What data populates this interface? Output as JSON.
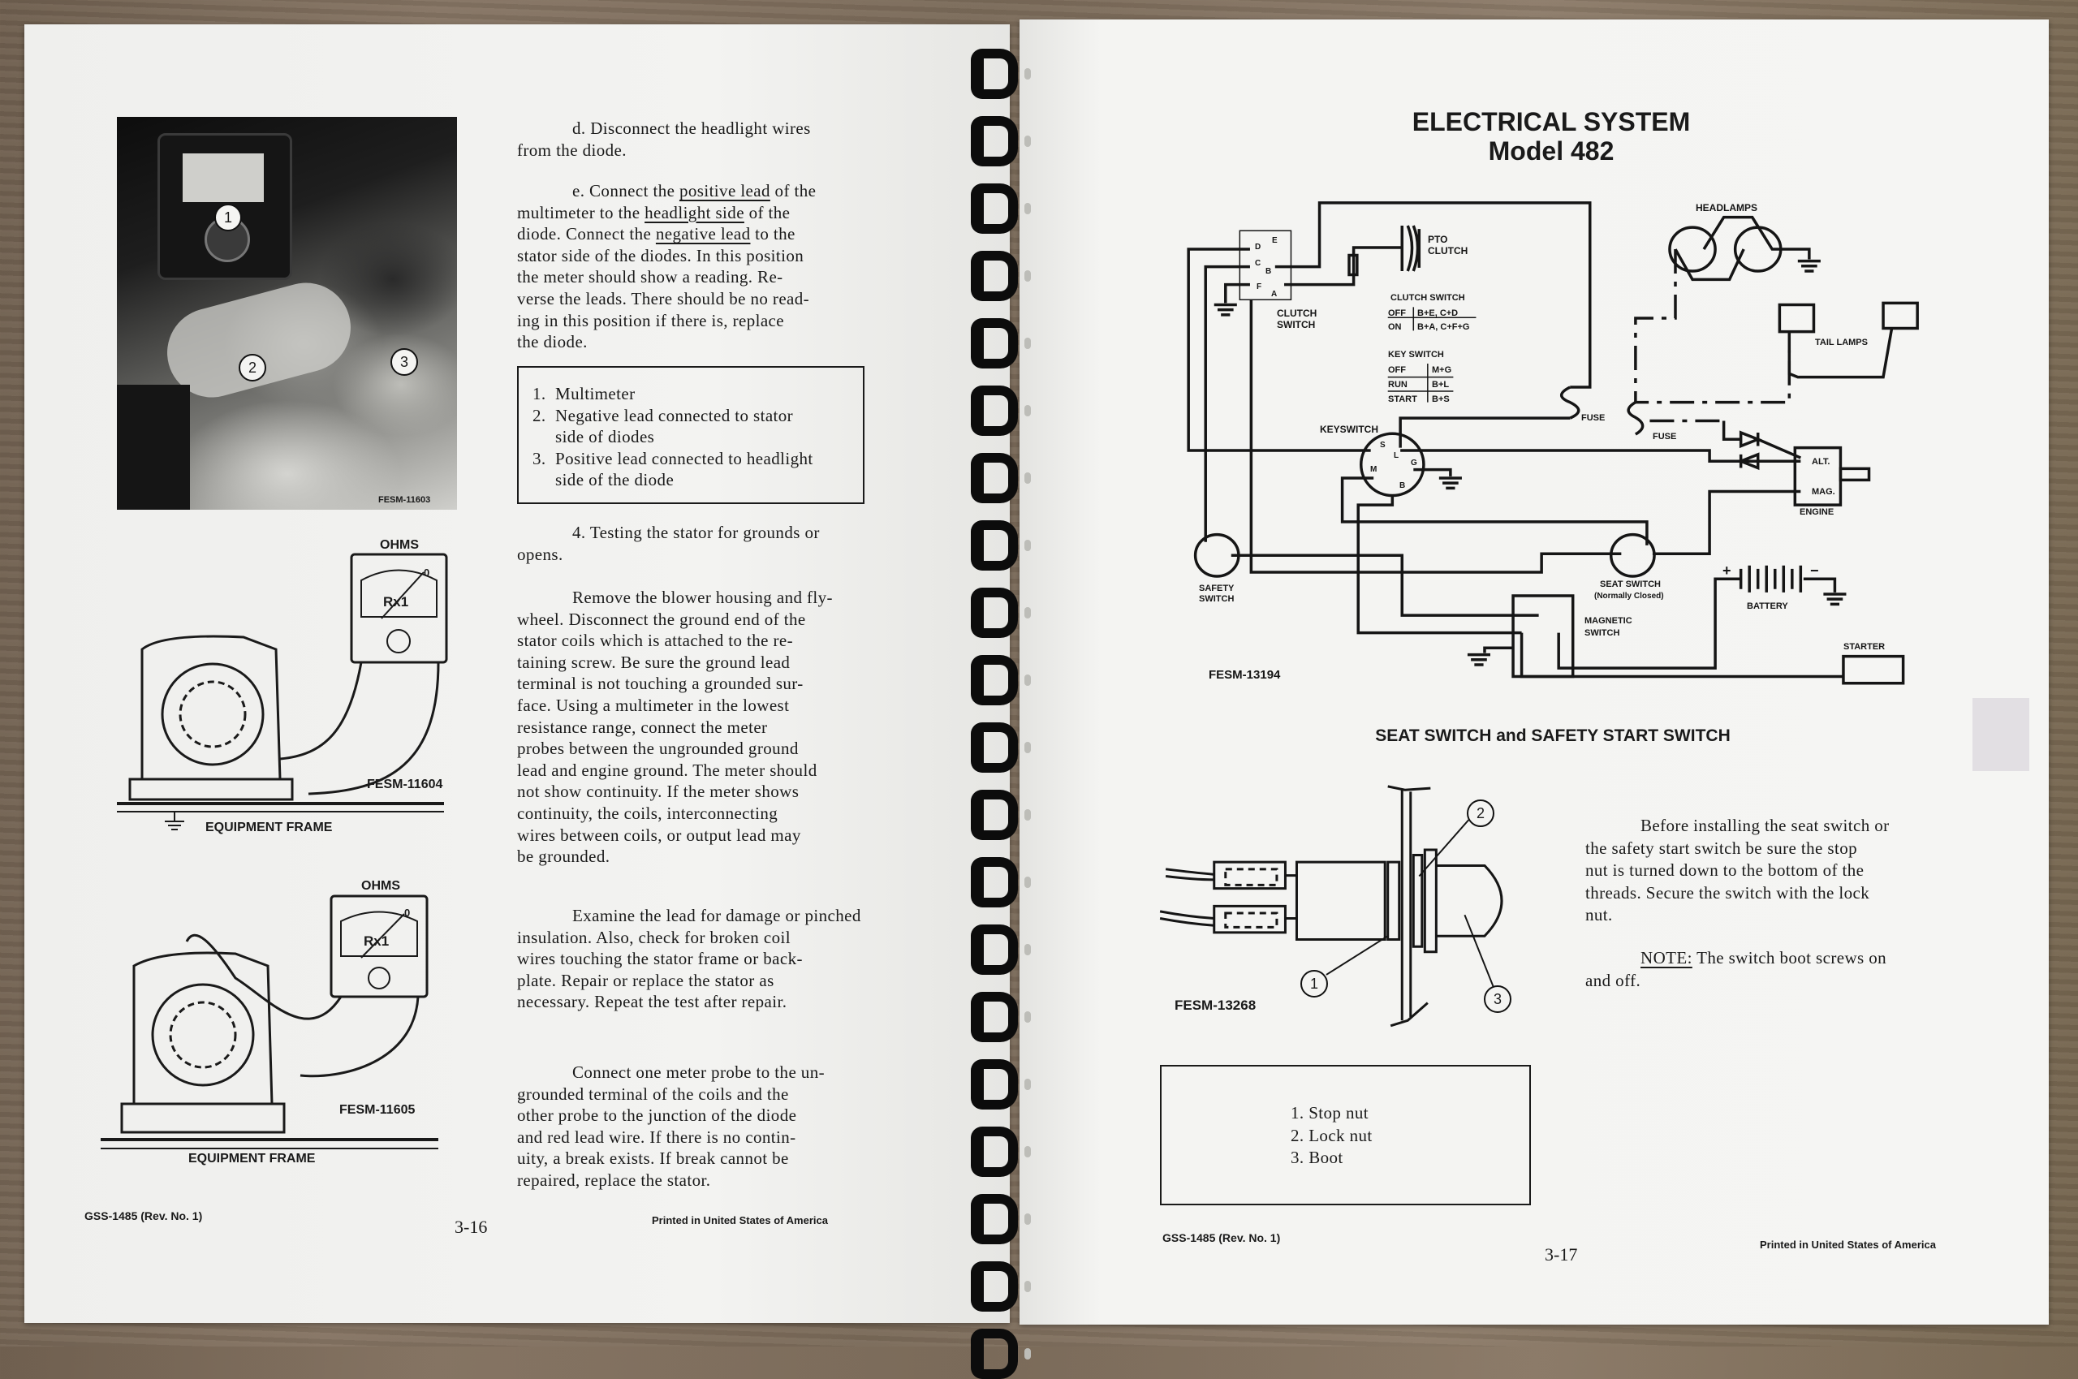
{
  "left_page": {
    "photo": {
      "callouts": [
        "1",
        "2",
        "3"
      ],
      "figure_id": "FESM-11603"
    },
    "para_d": [
      "d.  Disconnect the headlight wires",
      "from the diode."
    ],
    "para_e": [
      [
        "e.  Connect the ",
        {
          "u": "positive lead"
        },
        " of the"
      ],
      [
        "multimeter to the ",
        {
          "u": "headlight side"
        },
        " of the"
      ],
      [
        "diode.  Connect the ",
        {
          "u": "negative lead"
        },
        " to the"
      ],
      "stator side of the diodes.  In this position",
      "the meter should show a reading.  Re-",
      "verse the leads.  There should be no read-",
      "ing in this position if there is, replace",
      "the diode."
    ],
    "legend_box": [
      {
        "num": "1.",
        "lines": [
          "Multimeter"
        ]
      },
      {
        "num": "2.",
        "lines": [
          "Negative lead connected to stator",
          "side of diodes"
        ]
      },
      {
        "num": "3.",
        "lines": [
          "Positive lead connected to headlight",
          "side of the diode"
        ]
      }
    ],
    "para_4": [
      "4.  Testing the stator for grounds or",
      "opens."
    ],
    "para_remove": [
      "Remove the blower housing and fly-",
      "wheel.  Disconnect the ground end of the",
      "stator coils which is attached to the re-",
      "taining screw.  Be sure the ground lead",
      "terminal is not touching a grounded sur-",
      "face.  Using a multimeter in the lowest",
      "resistance range, connect the meter",
      "probes between the ungrounded ground",
      "lead and engine ground.  The meter should",
      "not show continuity.  If the meter shows",
      "continuity, the coils, interconnecting",
      "wires between coils, or output lead may",
      "be grounded."
    ],
    "para_examine": [
      "Examine the lead for damage or pinched",
      "insulation.  Also, check for broken coil",
      "wires touching the stator frame or back-",
      "plate.  Repair or replace the stator as",
      "necessary.  Repeat the test after repair."
    ],
    "para_connect": [
      "Connect one meter probe to the un-",
      "grounded terminal of the coils and the",
      "other probe  to the junction of the diode",
      "and red lead wire.  If there is no contin-",
      "uity, a break exists.  If break cannot be",
      "repaired, replace the stator."
    ],
    "figure1": {
      "meter_title": "OHMS",
      "meter_range": "Rx1",
      "meter_zero": "0",
      "figure_id": "FESM-11604",
      "frame_label": "EQUIPMENT FRAME"
    },
    "figure2": {
      "meter_title": "OHMS",
      "meter_range": "Rx1",
      "meter_zero": "0",
      "figure_id": "FESM-11605",
      "frame_label": "EQUIPMENT FRAME"
    },
    "footer": {
      "doc_id": "GSS-1485 (Rev. No. 1)",
      "page_number": "3-16",
      "printed": "Printed in United States of America"
    }
  },
  "right_page": {
    "title": "ELECTRICAL SYSTEM",
    "subtitle": "Model 482",
    "wiring": {
      "headlamps": "HEADLAMPS",
      "pto_clutch": [
        "PTO",
        "CLUTCH"
      ],
      "clutch_switch_table": {
        "title": "CLUTCH SWITCH",
        "rows": [
          [
            "OFF",
            "B+E, C+D"
          ],
          [
            "ON",
            "B+A, C+F+G"
          ]
        ]
      },
      "key_switch_table": {
        "title": "KEY SWITCH",
        "rows": [
          [
            "OFF",
            "M+G"
          ],
          [
            "RUN",
            "B+L"
          ],
          [
            "START",
            "B+S"
          ]
        ]
      },
      "clutch_switch_label": [
        "CLUTCH",
        "SWITCH"
      ],
      "clutch_terminals": [
        "D",
        "E",
        "C",
        "B",
        "F",
        "A"
      ],
      "keyswitch_label": "KEYSWITCH",
      "keyswitch_terminals": [
        "S",
        "L",
        "M",
        "G",
        "B"
      ],
      "fuse": "FUSE",
      "tail_lamps": "TAIL LAMPS",
      "alt": "ALT.",
      "mag": "MAG.",
      "engine": "ENGINE",
      "safety_switch": [
        "SAFETY",
        "SWITCH"
      ],
      "seat_switch": "SEAT SWITCH",
      "seat_switch_note": "(Normally Closed)",
      "battery": "BATTERY",
      "battery_pos": "+",
      "battery_neg": "−",
      "magnetic_switch": [
        "MAGNETIC",
        "SWITCH"
      ],
      "starter": "STARTER",
      "figure_id": "FESM-13194"
    },
    "seat_section": {
      "title": "SEAT SWITCH and SAFETY START SWITCH",
      "callouts": [
        "1",
        "2",
        "3"
      ],
      "figure_id": "FESM-13268",
      "paragraph": [
        "Before installing the seat switch or",
        "the safety start switch be sure the stop",
        "nut is turned down to the bottom of the",
        "threads.  Secure the switch with the lock",
        "nut."
      ],
      "note": [
        [
          {
            "u": "NOTE:"
          },
          "  The switch boot screws on"
        ],
        "and off."
      ],
      "legend_box": [
        "1.  Stop nut",
        "2.  Lock nut",
        "3.  Boot"
      ]
    },
    "footer": {
      "doc_id": "GSS-1485 (Rev. No. 1)",
      "page_number": "3-17",
      "printed": "Printed in United States of America"
    }
  }
}
